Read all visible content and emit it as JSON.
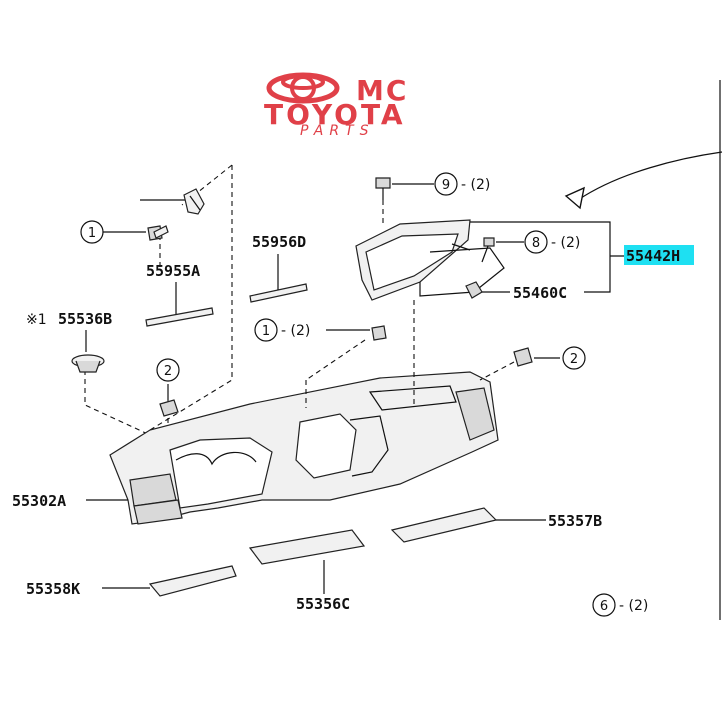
{
  "logo": {
    "line1": "MC",
    "line2": "TOYOTA",
    "line3": "PARTS",
    "color": "#e04048"
  },
  "highlight_color": "#1ee0f2",
  "parts": [
    {
      "id": "p55442H",
      "number": "55442H"
    },
    {
      "id": "p55460C",
      "number": "55460C"
    },
    {
      "id": "p55956D",
      "number": "55956D"
    },
    {
      "id": "p55955A",
      "number": "55955A"
    },
    {
      "id": "p55536B",
      "prefix": "※1",
      "number": "55536B"
    },
    {
      "id": "p55302A",
      "number": "55302A"
    },
    {
      "id": "p55357B",
      "number": "55357B"
    },
    {
      "id": "p55358K",
      "number": "55358K"
    },
    {
      "id": "p55356C",
      "number": "55356C"
    }
  ],
  "callouts": [
    {
      "id": "c1a",
      "num": "1",
      "qty": ""
    },
    {
      "id": "c1b",
      "num": "1",
      "qty": "- (2)"
    },
    {
      "id": "c2a",
      "num": "2",
      "qty": ""
    },
    {
      "id": "c2b",
      "num": "2",
      "qty": ""
    },
    {
      "id": "c9",
      "num": "9",
      "qty": "- (2)"
    },
    {
      "id": "c8",
      "num": "8",
      "qty": "- (2)"
    },
    {
      "id": "c6",
      "num": "6",
      "qty": "- (2)"
    }
  ]
}
